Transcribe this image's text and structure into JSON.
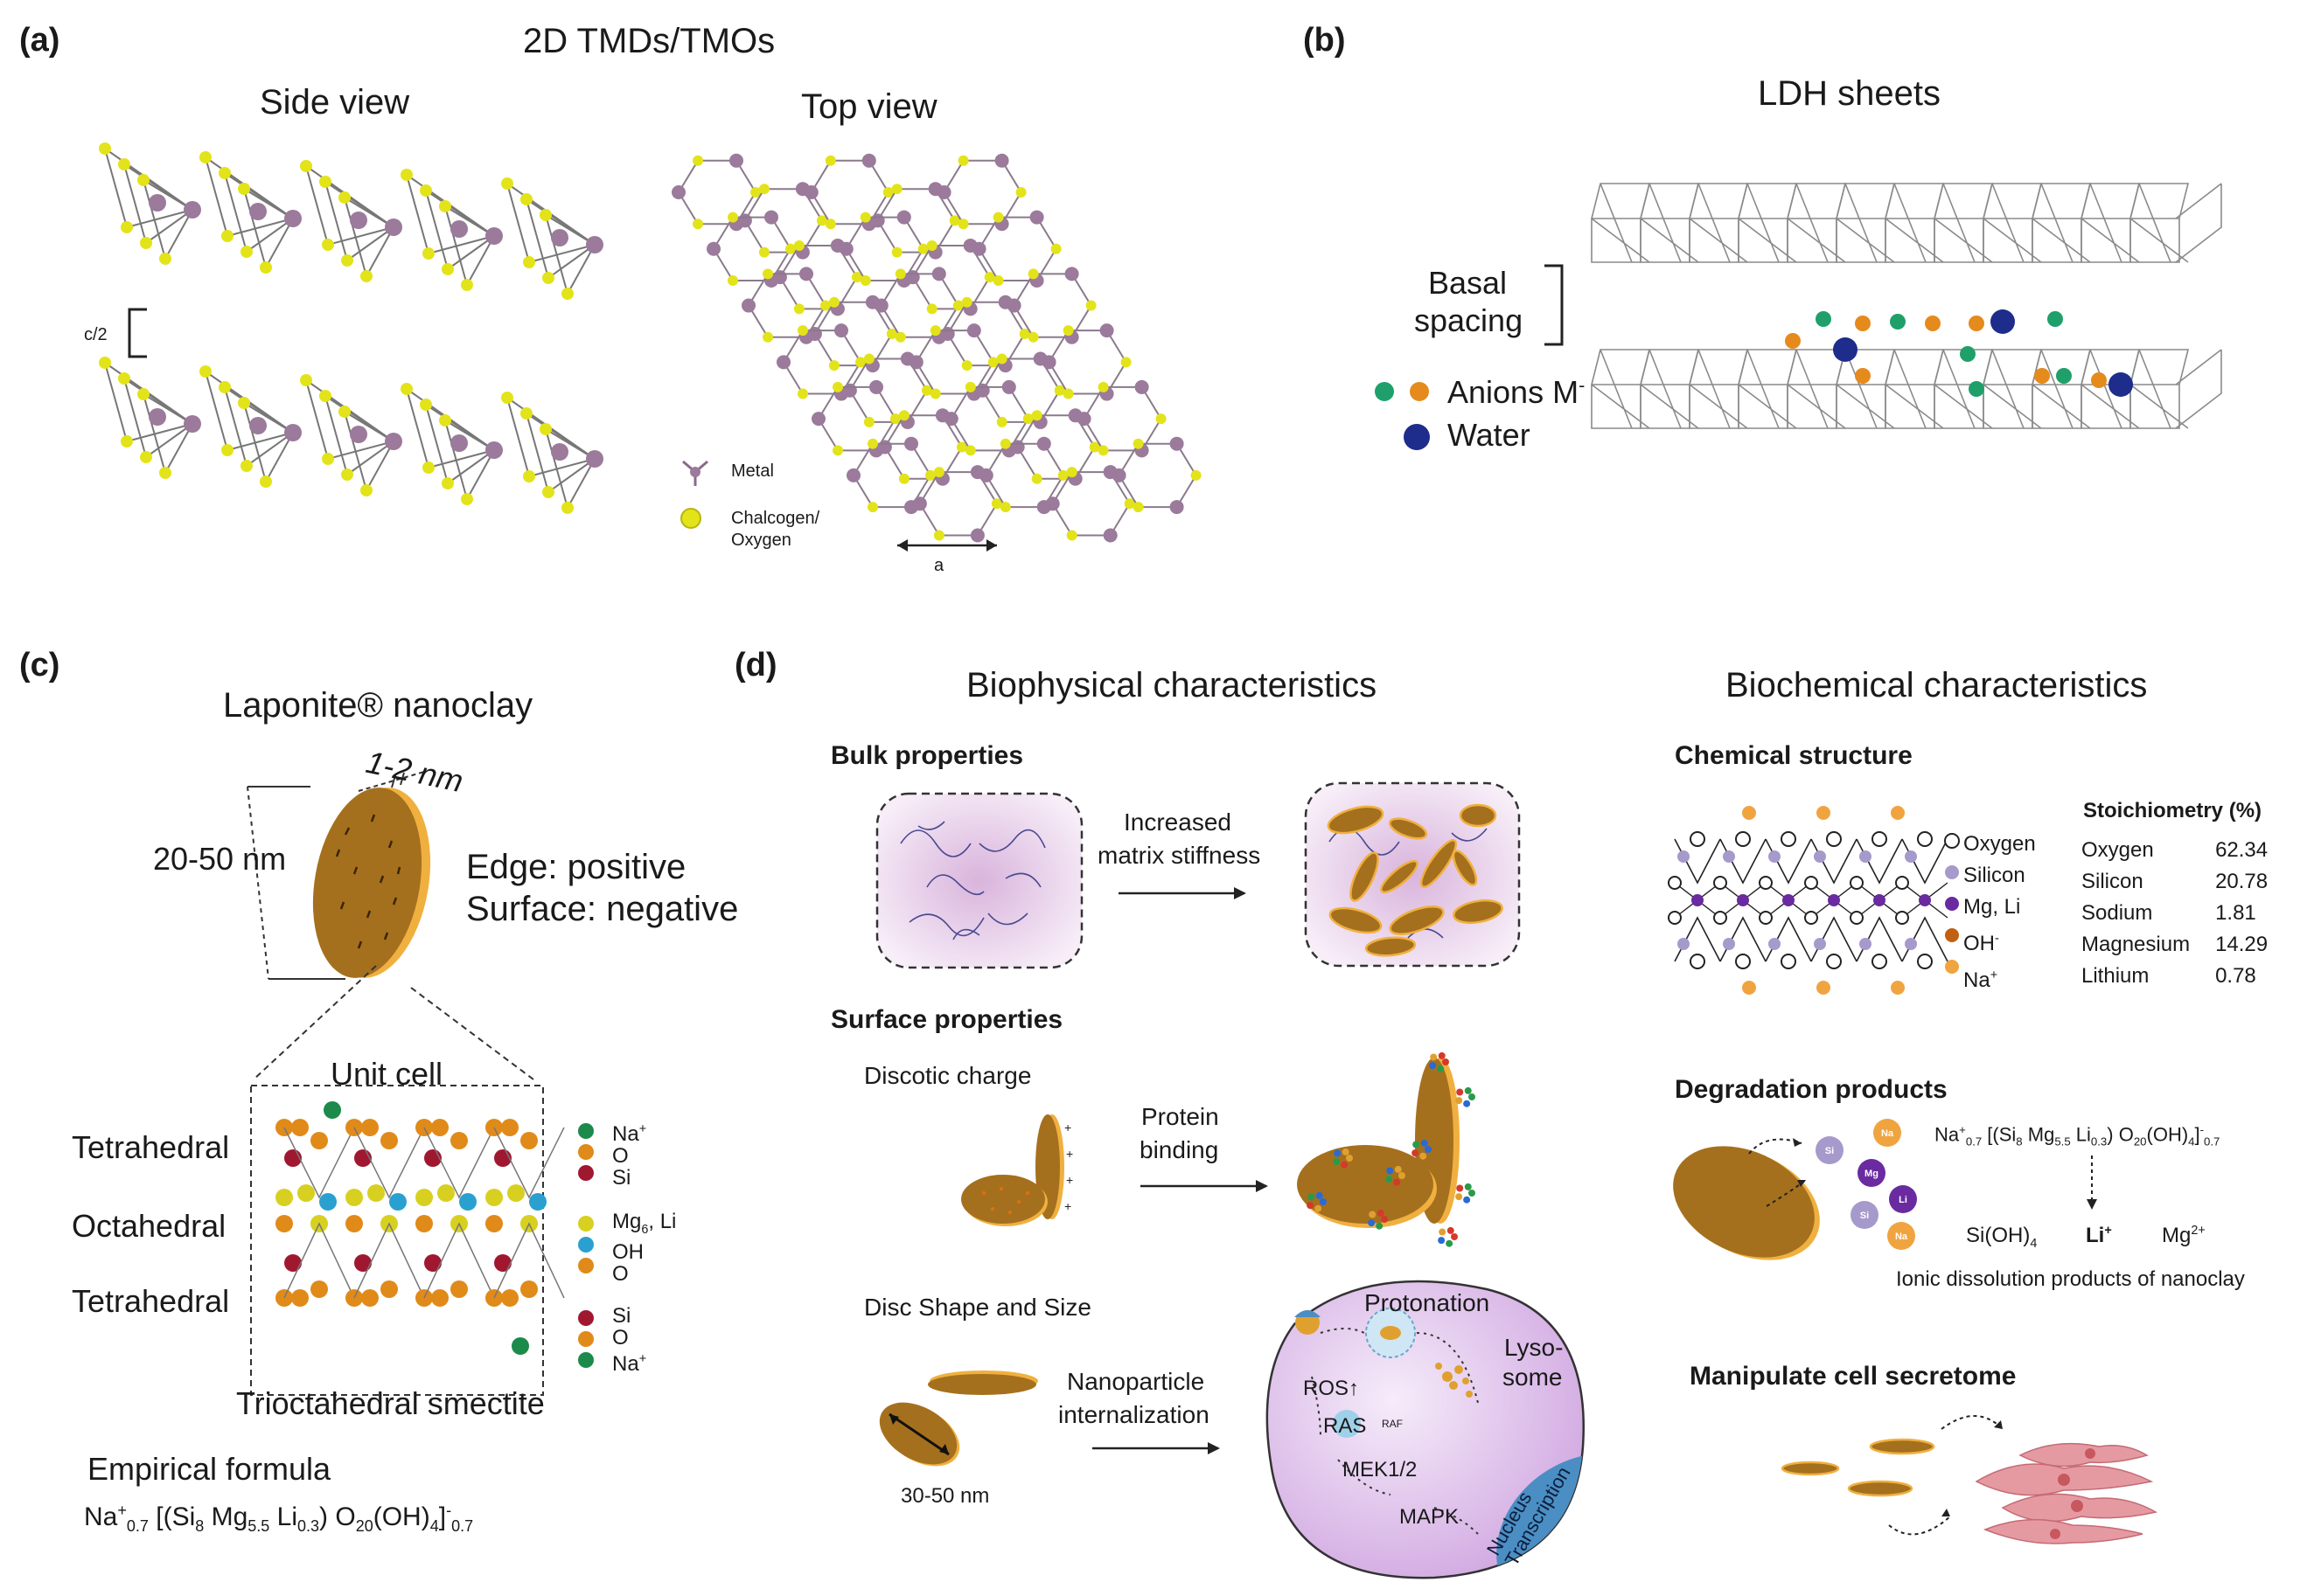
{
  "panel_a": {
    "label": "(a)",
    "title": "2D TMDs/TMOs",
    "side_view": "Side view",
    "top_view": "Top view",
    "c_half": "c/2",
    "lattice_a": "a",
    "legend_metal": "Metal",
    "legend_chalcogen_1": "Chalcogen/",
    "legend_chalcogen_2": "Oxygen",
    "colors": {
      "metal": "#9b7a9b",
      "chalcogen": "#e3e31a"
    }
  },
  "panel_b": {
    "label": "(b)",
    "title": "LDH sheets",
    "basal_1": "Basal",
    "basal_2": "spacing",
    "anions": "Anions M",
    "anions_sup": "-",
    "water": "Water",
    "colors": {
      "anion_green": "#1fa06a",
      "anion_orange": "#e58a1d",
      "water": "#1e2c8c"
    }
  },
  "panel_c": {
    "label": "(c)",
    "title": "Laponite® nanoclay",
    "thickness": "1-2 nm",
    "diameter": "20-50 nm",
    "edge": "Edge: positive",
    "surface": "Surface: negative",
    "unit_cell": "Unit cell",
    "layer_top": "Tetrahedral",
    "layer_mid": "Octahedral",
    "layer_bot": "Tetrahedral",
    "legend_top": [
      "Na",
      "O",
      "Si"
    ],
    "legend_top_sup": "+",
    "legend_mid": [
      "Mg",
      "Li",
      "OH",
      "O"
    ],
    "legend_mid_sub": "6",
    "legend_bot": [
      "Si",
      "O",
      "Na"
    ],
    "legend_bot_sup": "+",
    "smectite": "Trioctahedral smectite",
    "formula_title": "Empirical formula",
    "formula": {
      "na": "Na",
      "na_sup": "+",
      "na_sub": "0.7",
      "si": " [(Si",
      "si_sub": "8",
      "mg": " Mg",
      "mg_sub": "5.5",
      "li": " Li",
      "li_sub": "0.3",
      "o": ") O",
      "o_sub": "20",
      "oh": "(OH)",
      "oh_sub": "4",
      "end": "]",
      "end_sup": "-",
      "end_sub": "0.7"
    },
    "colors": {
      "disc": "#a5701d",
      "disc_edge": "#f0b040",
      "green": "#1c8a4a",
      "orange": "#e08a1a",
      "red": "#a01830",
      "yellow": "#d8d020",
      "blue": "#2aa0d0"
    }
  },
  "panel_d": {
    "label": "(d)",
    "biophysical": "Biophysical characteristics",
    "biochemical": "Biochemical characteristics",
    "bulk": "Bulk properties",
    "stiffness_1": "Increased",
    "stiffness_2": "matrix stiffness",
    "surface_props": "Surface properties",
    "discotic": "Discotic charge",
    "protein_1": "Protein",
    "protein_2": "binding",
    "shape_size": "Disc Shape and Size",
    "disc_size": "30-50 nm",
    "internal_1": "Nanoparticle",
    "internal_2": "internalization",
    "cell": {
      "protonation": "Protonation",
      "lyso_1": "Lyso-",
      "lyso_2": "some",
      "ros": "ROS↑",
      "ras": "RAS",
      "raf": "RAF",
      "mek": "MEK1/2",
      "mapk": "MAPK",
      "nucleus_1": "Nucleus",
      "nucleus_2": "Transcription"
    },
    "chem_structure": "Chemical structure",
    "legend": [
      "Oxygen",
      "Silicon",
      "Mg, Li",
      "OH",
      "Na"
    ],
    "legend_oh_sup": "-",
    "legend_na_sup": "+",
    "stoich_title": "Stoichiometry (%)",
    "stoich": [
      {
        "element": "Oxygen",
        "value": "62.34"
      },
      {
        "element": "Silicon",
        "value": "20.78"
      },
      {
        "element": "Sodium",
        "value": "1.81"
      },
      {
        "element": "Magnesium",
        "value": "14.29"
      },
      {
        "element": "Lithium",
        "value": "0.78"
      }
    ],
    "degradation": "Degradation products",
    "ions": [
      "Si",
      "Na",
      "Mg",
      "Li",
      "Si",
      "Na"
    ],
    "deg_formula": {
      "na": "Na",
      "na_sup": "+",
      "na_sub": "0.7",
      "si": " [(Si",
      "si_sub": "8",
      "mg": " Mg",
      "mg_sub": "5.5",
      "li": " Li",
      "li_sub": "0.3",
      "o": ") O",
      "o_sub": "20",
      "oh": "(OH)",
      "oh_sub": "4",
      "end": "]",
      "end_sup": "-",
      "end_sub": "0.7"
    },
    "products": {
      "sioh": "Si(OH)",
      "sioh_sub": "4",
      "li": "Li",
      "li_sup": "+",
      "mg": "Mg",
      "mg_sup": "2+"
    },
    "ionic": "Ionic dissolution products of nanoclay",
    "secretome": "Manipulate cell secretome",
    "colors": {
      "disc": "#a5701d",
      "gel": "#d9b4dc",
      "cell": "#e6c8ef",
      "nucleus": "#4a8ec4",
      "fibro": "#e59aa2",
      "purple": "#6a2aa0",
      "lavender": "#a59acb",
      "orange": "#f0a440",
      "ohbrown": "#c06010"
    }
  }
}
